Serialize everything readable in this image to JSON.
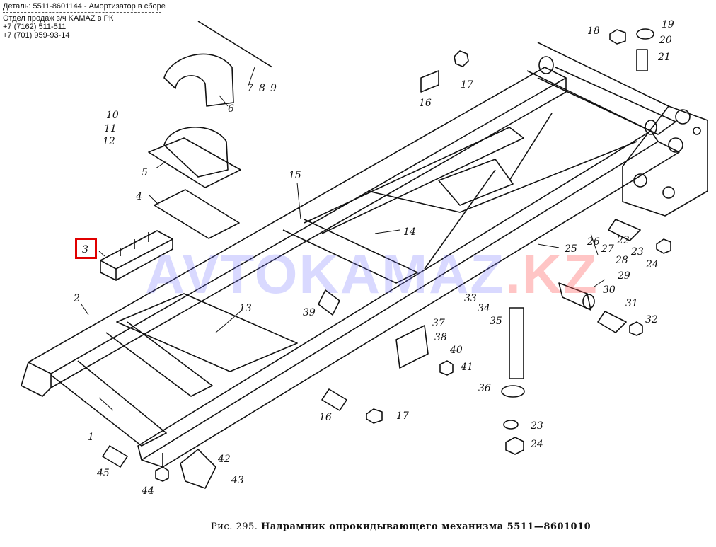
{
  "header": {
    "detail_line": "Деталь: 5511-8601144 - Амортизатор в сборе",
    "dept_line": "Отдел продаж з/ч KAMAZ в РК",
    "phone_1": "+7 (7162) 511-511",
    "phone_2": "+7 (701) 959-93-14"
  },
  "watermark": {
    "main": "AVTOKAMAZ",
    "accent": ".KZ"
  },
  "caption": {
    "prefix": "Рис. 295.",
    "title": "Надрамник опрокидывающего механизма 5511—8601010"
  },
  "highlighted_part": "3",
  "colors": {
    "highlight": "#e00000",
    "watermark_main": "#7878ff",
    "watermark_accent": "#ff5a5a",
    "ink": "#111111"
  },
  "part_labels": [
    "1",
    "2",
    "3",
    "4",
    "5",
    "6",
    "7",
    "8",
    "9",
    "10",
    "11",
    "12",
    "13",
    "14",
    "15",
    "16",
    "17",
    "18",
    "19",
    "20",
    "21",
    "22",
    "23",
    "24",
    "25",
    "26",
    "27",
    "28",
    "29",
    "30",
    "31",
    "32",
    "33",
    "34",
    "35",
    "36",
    "37",
    "38",
    "39",
    "40",
    "41",
    "42",
    "43",
    "44",
    "45",
    "16",
    "17",
    "23",
    "24"
  ]
}
